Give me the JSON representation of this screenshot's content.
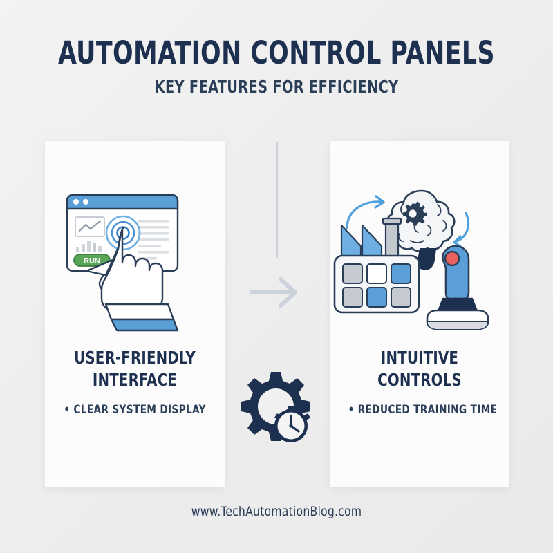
{
  "header": {
    "title": "AUTOMATION CONTROL PANELS",
    "subtitle": "KEY FEATURES FOR EFFICIENCY"
  },
  "cards": [
    {
      "id": "user-friendly-interface",
      "title_line1": "USER-FRIENDLY",
      "title_line2": "INTERFACE",
      "bullet": "• CLEAR SYSTEM DISPLAY",
      "illustration": "control-panel-touchscreen-hand-illustration",
      "illustration_parts": {
        "window_button_label": "RUN",
        "window_dots": 2,
        "chart_type": "line-and-bar",
        "touch_rings": 3
      }
    },
    {
      "id": "intuitive-controls",
      "title_line1": "INTUITIVE",
      "title_line2": "CONTROLS",
      "bullet": "• REDUCED TRAINING TIME",
      "illustration": "brain-gear-factory-joystick-illustration",
      "illustration_parts": {
        "grid_cells": [
          "gray",
          "white",
          "blue",
          "gray",
          "blue",
          "gray"
        ],
        "roof_peaks": 2,
        "joystick_button_color": "#e8635f",
        "arrows": 2
      }
    }
  ],
  "connector": {
    "line_icon": "vertical-divider-line",
    "arrow_icon": "arrow-right-icon",
    "center_icon": "gear-stopwatch-icon"
  },
  "footer": {
    "url": "www.TechAutomationBlog.com"
  },
  "colors": {
    "navy": "#1e3050",
    "blue": "#5a9fd8",
    "blue_light": "#7fb8e6",
    "green": "#4f9e4f",
    "red": "#e8635f",
    "gray_line": "#ccd2dc",
    "background": "#f0f0f0",
    "card": "#fcfcfc"
  }
}
